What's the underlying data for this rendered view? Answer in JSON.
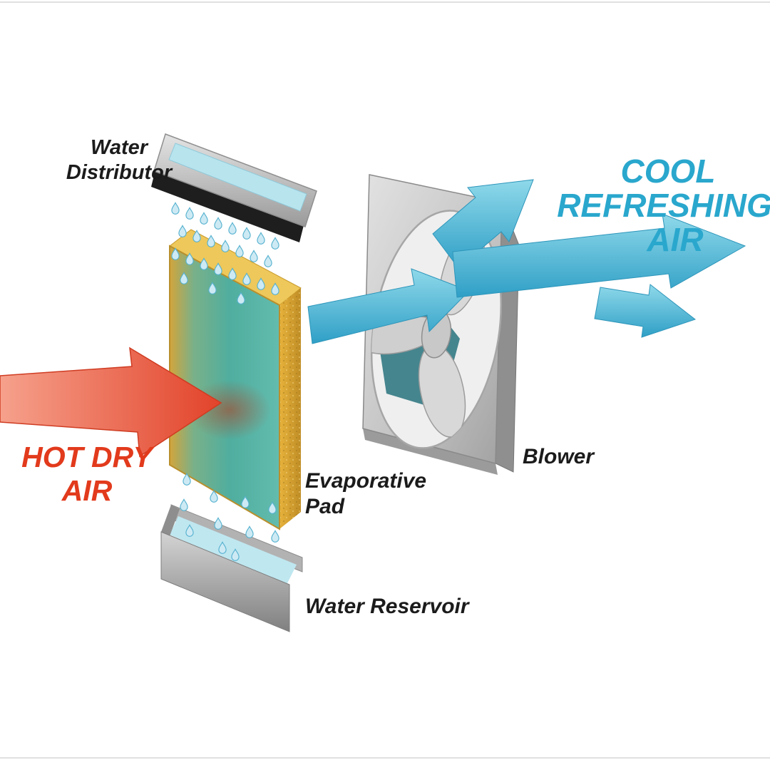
{
  "diagram": {
    "subject": "Evaporative cooling system diagram",
    "labels": {
      "water_distributor_line1": "Water",
      "water_distributor_line2": "Distributor",
      "hot_dry_air_line1": "HOT DRY",
      "hot_dry_air_line2": "AIR",
      "evaporative_pad_line1": "Evaporative",
      "evaporative_pad_line2": "Pad",
      "water_reservoir": "Water Reservoir",
      "blower": "Blower",
      "cool_air_line1": "COOL",
      "cool_air_line2": "REFRESHING",
      "cool_air_line3": "AIR"
    },
    "colors": {
      "hot_air_text": "#e23a1c",
      "hot_air_arrow": "#ee6a4e",
      "cool_air_text": "#2aa7cd",
      "cool_air_arrow": "#46b4d6",
      "pad_dry_yellow": "#dfa93a",
      "pad_wet_teal": "#54b0a2",
      "water": "#bfe7f0",
      "metal_gray": "#bdbdbd",
      "label_text": "#1b1b1b"
    }
  }
}
